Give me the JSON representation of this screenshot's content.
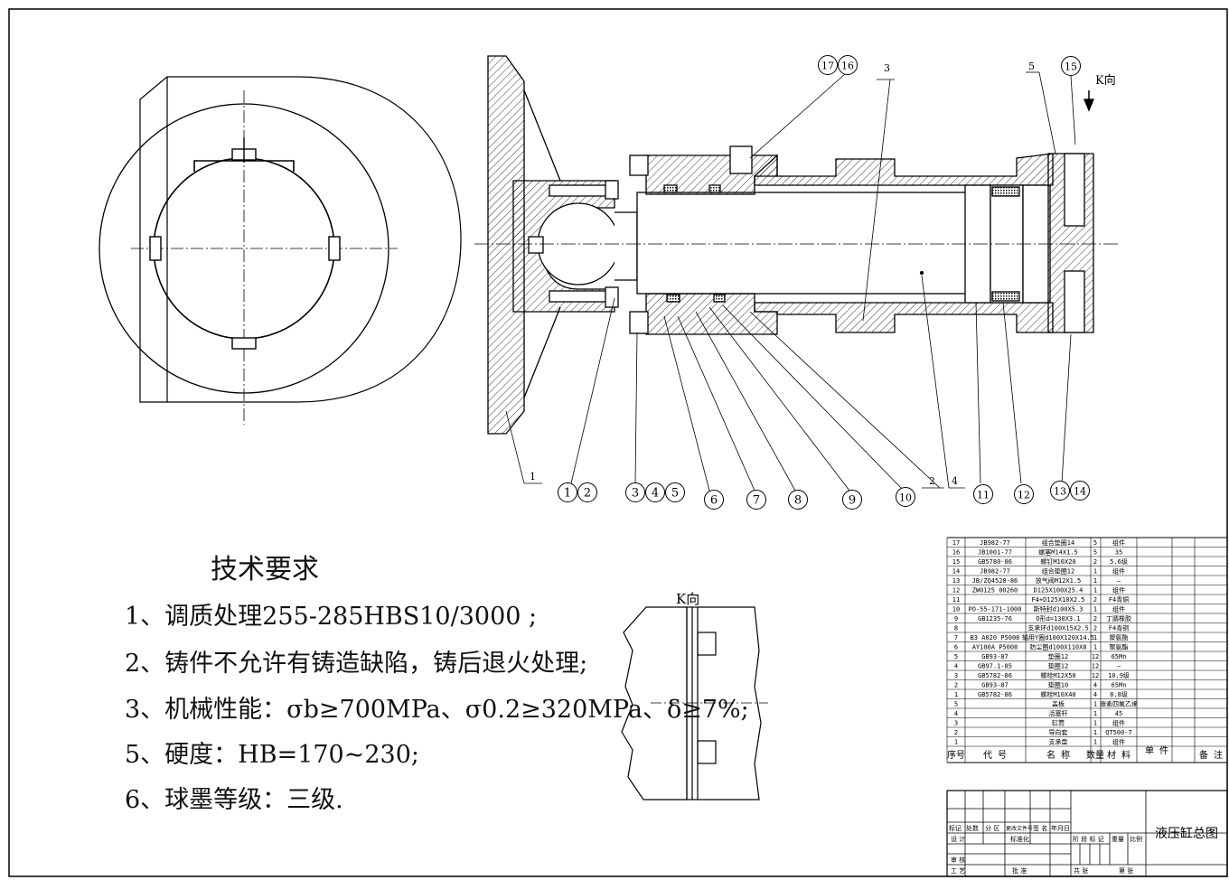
{
  "tech": {
    "title": "技术要求",
    "items": [
      "1、调质处理255-285HBS10/3000          ;",
      "2、铸件不允许有铸造缺陷，铸后退火处理;",
      "3、机械性能：σb≥700MPa、σ0.2≥320MPa、δ≥7%;",
      "5、硬度：HB=170~230;",
      "6、球墨等级：三级."
    ]
  },
  "view": {
    "k_label": "K向",
    "k_view_label": "K向"
  },
  "balloons": [
    "1",
    "2",
    "3",
    "4",
    "5",
    "6",
    "7",
    "8",
    "9",
    "10",
    "11",
    "12",
    "13",
    "14",
    "15",
    "16",
    "17"
  ],
  "leader_labels": {
    "l1": "1",
    "l2": "2",
    "l3": "3",
    "l4": "4",
    "l5": "5"
  },
  "bom": {
    "rows": [
      {
        "no": "17",
        "code": "JB982-77",
        "name": "组合垫圈14",
        "qty": "5",
        "mat": "组件"
      },
      {
        "no": "16",
        "code": "JB1001-77",
        "name": "螺塞M14X1.5",
        "qty": "5",
        "mat": "35"
      },
      {
        "no": "15",
        "code": "GB5780-86",
        "name": "螺钉M10X20",
        "qty": "2",
        "mat": "5.6级"
      },
      {
        "no": "14",
        "code": "JB982-77",
        "name": "组合垫圈12",
        "qty": "1",
        "mat": "组件"
      },
      {
        "no": "13",
        "code": "JB/ZQ4528-86",
        "name": "放气阀M12X1.5",
        "qty": "1",
        "mat": "—"
      },
      {
        "no": "12",
        "code": "ZW0125 00260",
        "name": "D125X100X25.4",
        "qty": "1",
        "mat": "组件"
      },
      {
        "no": "11",
        "code": "",
        "name": "F4+D125X10X2.5",
        "qty": "2",
        "mat": "F4青铜"
      },
      {
        "no": "10",
        "code": "PO-55-171-1000",
        "name": "斯特封d100X5.3",
        "qty": "1",
        "mat": "组件"
      },
      {
        "no": "9",
        "code": "GB1235-76",
        "name": "O形d=130X3.1",
        "qty": "2",
        "mat": "丁腈橡胶"
      },
      {
        "no": "8",
        "code": "",
        "name": "支承环d100X15X2.5",
        "qty": "2",
        "mat": "F4青铜"
      },
      {
        "no": "7",
        "code": "B3 A020 P5008",
        "name": "轴用Y圈d100X120X14.5",
        "qty": "1",
        "mat": "聚氨酯"
      },
      {
        "no": "6",
        "code": "AY100A P5008",
        "name": "防尘圈d100X110X8",
        "qty": "1",
        "mat": "聚氨酯"
      },
      {
        "no": "5",
        "code": "GB93-87",
        "name": "垫圈12",
        "qty": "12",
        "mat": "65Mn"
      },
      {
        "no": "4",
        "code": "GB97.1-85",
        "name": "垫圈12",
        "qty": "12",
        "mat": "—"
      },
      {
        "no": "3",
        "code": "GB5782-86",
        "name": "螺栓M12X50",
        "qty": "12",
        "mat": "10.9级"
      },
      {
        "no": "2",
        "code": "GB93-87",
        "name": "垫圈10",
        "qty": "4",
        "mat": "65Mn"
      },
      {
        "no": "1",
        "code": "GB5782-86",
        "name": "螺栓M10X40",
        "qty": "4",
        "mat": "8.8级"
      },
      {
        "no": "5",
        "code": "",
        "name": "盖板",
        "qty": "1",
        "mat": "碳素四氟乙烯"
      },
      {
        "no": "4",
        "code": "",
        "name": "活塞杆",
        "qty": "1",
        "mat": "45"
      },
      {
        "no": "3",
        "code": "",
        "name": "缸筒",
        "qty": "1",
        "mat": "组件"
      },
      {
        "no": "2",
        "code": "",
        "name": "导向套",
        "qty": "1",
        "mat": "QT500-7"
      },
      {
        "no": "1",
        "code": "",
        "name": "支承盘",
        "qty": "1",
        "mat": "组件"
      }
    ],
    "header": {
      "no": "序号",
      "code": "代     号",
      "name": "名     称",
      "qty": "数量",
      "mat": "材  料",
      "unit": "单  件",
      "note": "备 注"
    }
  },
  "title_block": {
    "title": "液压缸总图",
    "marks": "标记",
    "count": "处数",
    "zone": "分 区",
    "change_doc": "更改文件号",
    "sign": "签 名",
    "date": "年月日",
    "design": "设 计",
    "standard": "标准化",
    "stage": "阶 段 标 记",
    "weight": "重量",
    "scale": "比例",
    "check": "审 核",
    "process": "工 艺",
    "approve": "批 准",
    "total": "共    张",
    "sheet": "第    张"
  }
}
